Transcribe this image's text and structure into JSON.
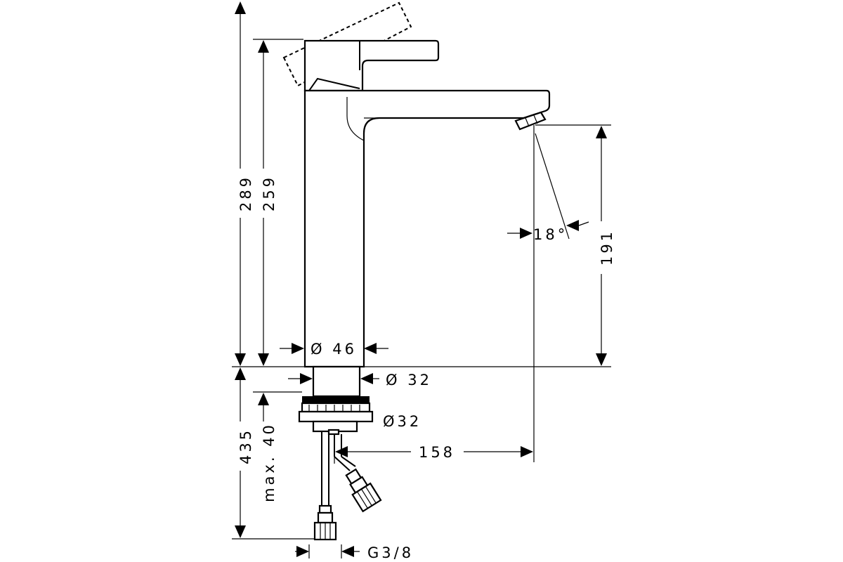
{
  "drawing": {
    "dimensions": {
      "total_height": "289",
      "body_height": "259",
      "spout_height": "191",
      "spray_angle": "18°",
      "body_diameter": "Ø 46",
      "shank_diameter": "Ø 32",
      "hole_diameter": "Ø32",
      "projection": "158",
      "hose_length": "435",
      "max_counter": "max. 40",
      "connection": "G3/8"
    }
  }
}
